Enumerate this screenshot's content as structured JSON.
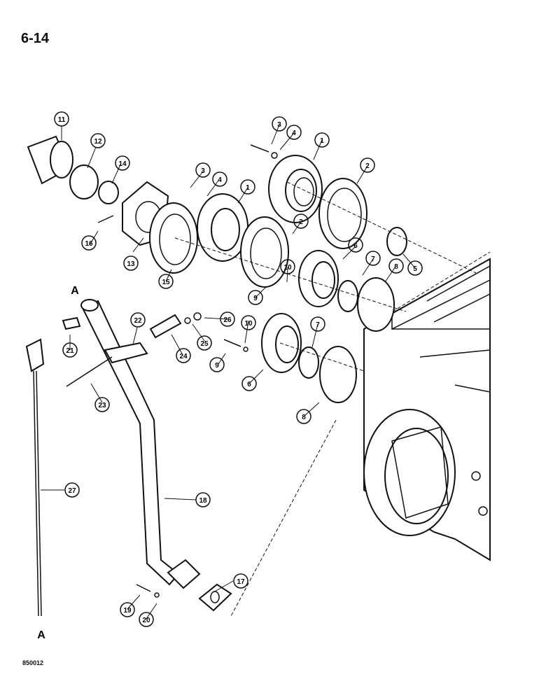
{
  "page": {
    "number": "6-14",
    "reference_code": "850012"
  },
  "section_markers": [
    "A",
    "A"
  ],
  "callouts": [
    "1",
    "2",
    "3",
    "4",
    "5",
    "6",
    "7",
    "8",
    "9",
    "10",
    "11",
    "12",
    "13",
    "14",
    "15",
    "16",
    "17",
    "18",
    "19",
    "20",
    "21",
    "22",
    "23",
    "24",
    "25",
    "26",
    "27"
  ],
  "colors": {
    "ink": "#111111",
    "paper": "#ffffff"
  }
}
